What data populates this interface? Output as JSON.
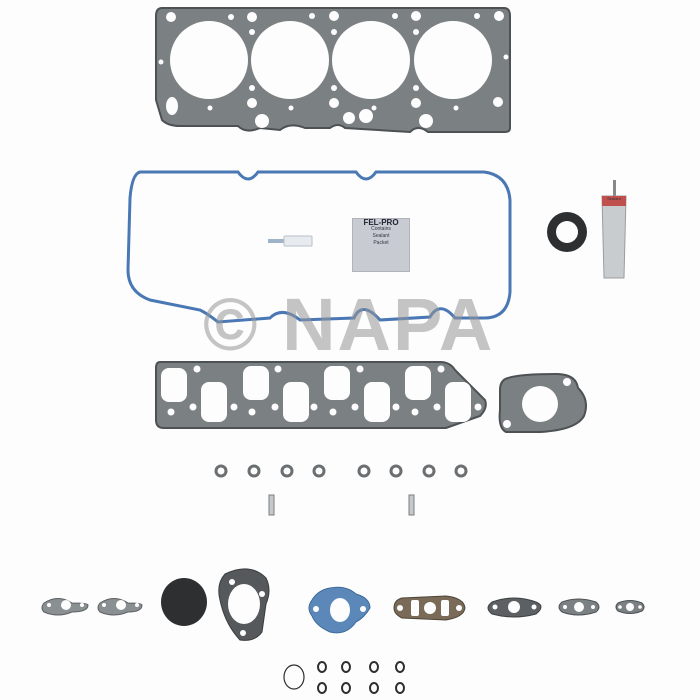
{
  "watermark": {
    "text": "© NAPA"
  },
  "packet": {
    "brand": "FEL-PRO",
    "lines": [
      "Contains",
      "Sealant",
      "Packet"
    ]
  },
  "tube": {
    "label": "Sealant"
  },
  "colors": {
    "gasket_gray": "#6f7477",
    "gasket_fill": "#8a8f92",
    "valve_cover_blue": "#4a78b5",
    "blue_gasket": "#5b88b8",
    "dark_seal": "#2d2f31",
    "background": "#fdfdfd"
  },
  "components": [
    "cylinder-head-gasket",
    "valve-cover-gasket",
    "sealant-packet",
    "front-crankshaft-seal",
    "sealant-tube",
    "intake-manifold-gasket",
    "thermostat-housing-gasket",
    "valve-stem-seals",
    "dowel-pins",
    "small-flange-gaskets",
    "o-rings"
  ]
}
